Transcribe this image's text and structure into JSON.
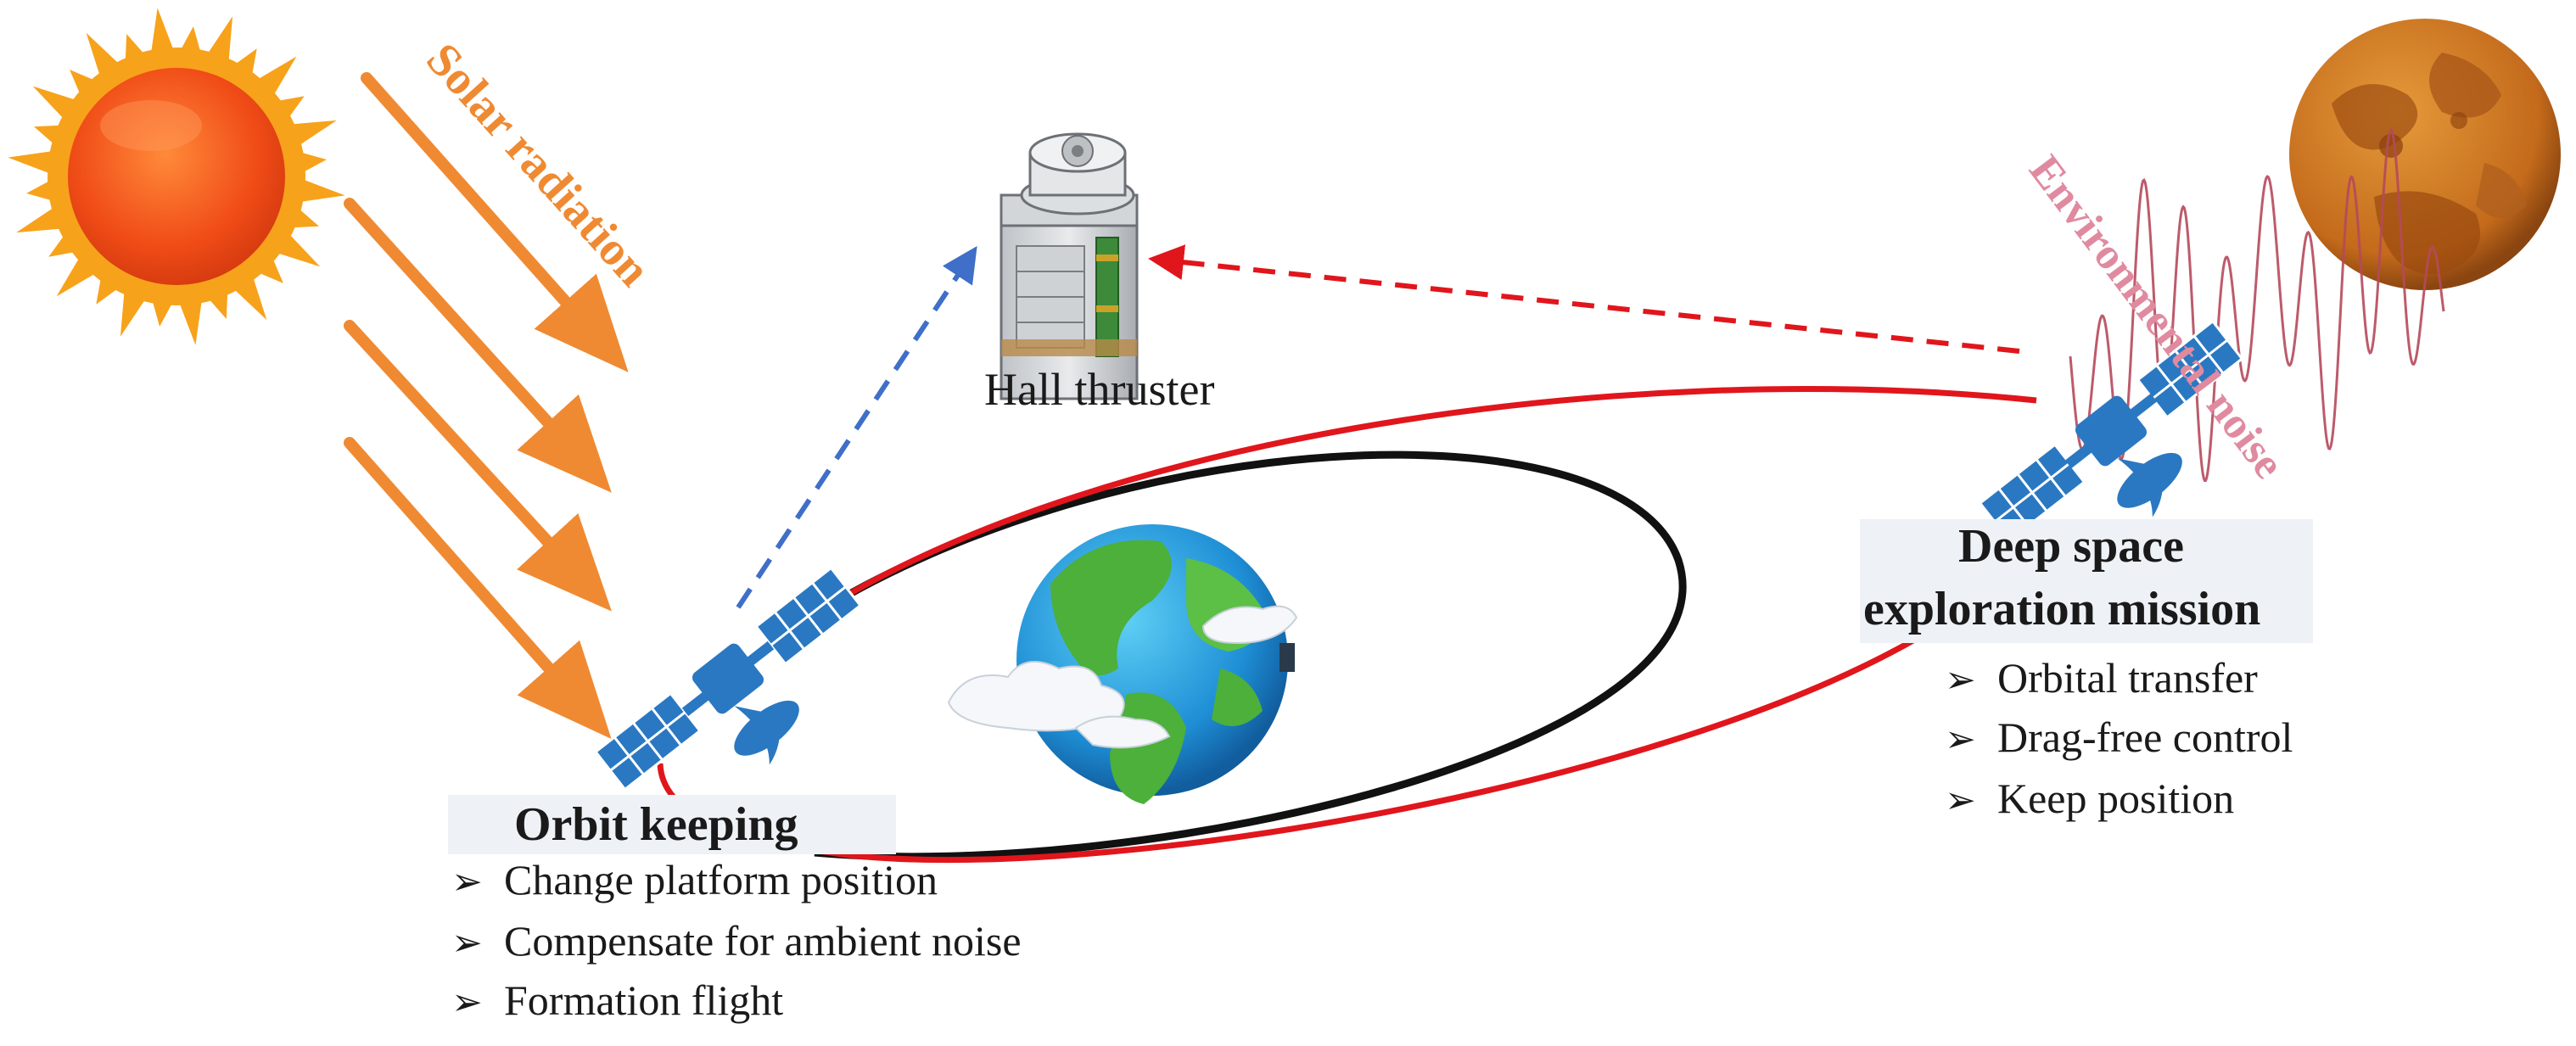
{
  "labels": {
    "solar_radiation": "Solar radiation",
    "environmental_noise": "Environmental noise",
    "hall_thruster": "Hall thruster"
  },
  "orbit_keeping": {
    "title": "Orbit keeping",
    "items": [
      "Change platform position",
      "Compensate for ambient noise",
      "Formation flight"
    ]
  },
  "deep_space": {
    "title_line1": "Deep space",
    "title_line2": "exploration mission",
    "items": [
      "Orbital transfer",
      "Drag-free control",
      "Keep position"
    ]
  },
  "bullet_symbol": "➢",
  "colors": {
    "solar": "#ef8a32",
    "noise": "#e08aa0",
    "orbit_red": "#e0161c",
    "orbit_black": "#111111",
    "dash_blue": "#3f6fc8",
    "dash_red": "#e0161c",
    "satellite": "#2a78c2",
    "sun": "#f0521c",
    "planet": "#c8741f"
  }
}
